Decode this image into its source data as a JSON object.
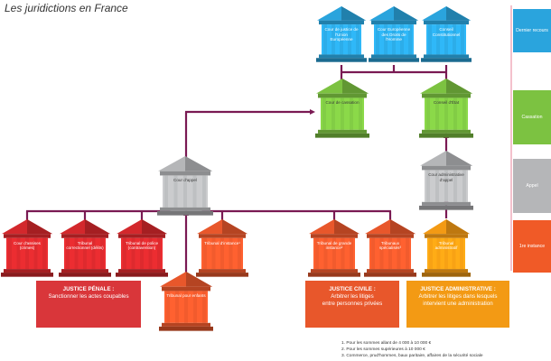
{
  "title": "Les juridictions en France",
  "colors": {
    "blue": "#2aa4dd",
    "green": "#7cc241",
    "grey": "#b5b6b8",
    "red": "#d3282c",
    "red_box": "#d9363a",
    "orange_red": "#e8572b",
    "orange": "#f39a14",
    "purple": "#7a1a53",
    "pink": "#e2647f"
  },
  "levels": [
    {
      "label": "Dernier recours",
      "color": "#2aa4dd"
    },
    {
      "label": "Cassation",
      "color": "#7cc241"
    },
    {
      "label": "Appel",
      "color": "#b5b6b8"
    },
    {
      "label": "1re instance",
      "color": "#f05a27"
    }
  ],
  "buildings": [
    {
      "id": "cjue",
      "label": "Cour de justice de l'Union Européenne",
      "color": "#2aa4dd"
    },
    {
      "id": "cedh",
      "label": "Cour Européenne des Droits de l'Homme",
      "color": "#2aa4dd"
    },
    {
      "id": "cc",
      "label": "Conseil Constitutionnel",
      "color": "#2aa4dd"
    },
    {
      "id": "cass",
      "label": "Cour de cassation",
      "color": "#7cc241"
    },
    {
      "id": "ce",
      "label": "Conseil d'État",
      "color": "#7cc241"
    },
    {
      "id": "ca",
      "label": "Cour d'appel",
      "color": "#b5b6b8"
    },
    {
      "id": "caa",
      "label": "Cour administrative d'appel",
      "color": "#b5b6b8"
    },
    {
      "id": "assises",
      "label": "Cour d'assises (crimes)",
      "color": "#d3282c"
    },
    {
      "id": "correc",
      "label": "Tribunal correctionnel (délits)",
      "color": "#d3282c"
    },
    {
      "id": "police",
      "label": "Tribunal de police (contravention)",
      "color": "#d3282c"
    },
    {
      "id": "enfants",
      "label": "Tribunal pour enfants",
      "color": "#e8572b"
    },
    {
      "id": "ti",
      "label": "Tribunal d'instance¹",
      "color": "#e8572b"
    },
    {
      "id": "tgi",
      "label": "Tribunal de grande instance²",
      "color": "#e8572b"
    },
    {
      "id": "spec",
      "label": "Tribunaux spécialisés³",
      "color": "#e8572b"
    },
    {
      "id": "ta",
      "label": "Tribunal administratif",
      "color": "#f39a14"
    }
  ],
  "boxes": [
    {
      "id": "penale",
      "heading": "JUSTICE PÉNALE :",
      "lines": [
        "Sanctionner les actes coupables"
      ],
      "color": "#d9363a"
    },
    {
      "id": "civile",
      "heading": "JUSTICE CIVILE :",
      "lines": [
        "Arbitrer les litiges",
        "entre personnes privées"
      ],
      "color": "#e8572b"
    },
    {
      "id": "admin",
      "heading": "JUSTICE ADMINISTRATIVE :",
      "lines": [
        "Arbitrer les litiges dans lesquels",
        "intervient une administration"
      ],
      "color": "#f39a14"
    }
  ],
  "notes": [
    "1. Pour les sommes allant de 4 000 à 10 000 €",
    "2. Pour les sommes supérieures à 10 000 €",
    "3. Commerce, prud'hommes, baux paritaire, affaires de la sécurité sociale"
  ]
}
